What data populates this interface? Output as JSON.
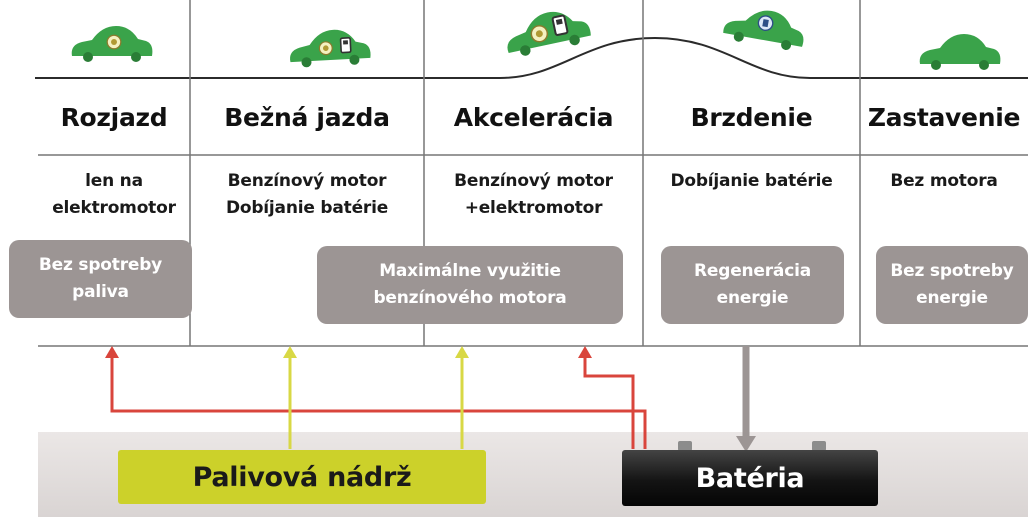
{
  "phases": [
    {
      "title": "Rozjazd",
      "desc": [
        "len na",
        "elektromotor"
      ],
      "badge": [
        "Bez spotreby",
        "paliva"
      ]
    },
    {
      "title": "Bežná jazda",
      "desc": [
        "Benzínový motor",
        "Dobíjanie batérie"
      ]
    },
    {
      "title": "Akcelerácia",
      "desc": [
        "Benzínový motor",
        "+elektromotor"
      ],
      "badge": [
        "Maximálne využitie",
        "benzínového motora"
      ]
    },
    {
      "title": "Brzdenie",
      "desc": [
        "Dobíjanie batérie"
      ],
      "badge": [
        "Regenerácia",
        "energie"
      ]
    },
    {
      "title": "Zastavenie",
      "desc": [
        "Bez motora"
      ],
      "badge": [
        "Bez spotreby",
        "energie"
      ]
    }
  ],
  "sources": {
    "tank": "Palivová nádrž",
    "battery": "Batéria"
  },
  "colors": {
    "car": "#3aa34a",
    "fuel_flow": "#d8d845",
    "electric_flow": "#d9453c",
    "regen_flow": "#9c9594",
    "badge": "#9c9594",
    "tank": "#ccd12a",
    "battery": "#111111"
  },
  "icons": [
    "car-icon",
    "engine-icon",
    "fuel-pump-icon",
    "battery-icon"
  ]
}
